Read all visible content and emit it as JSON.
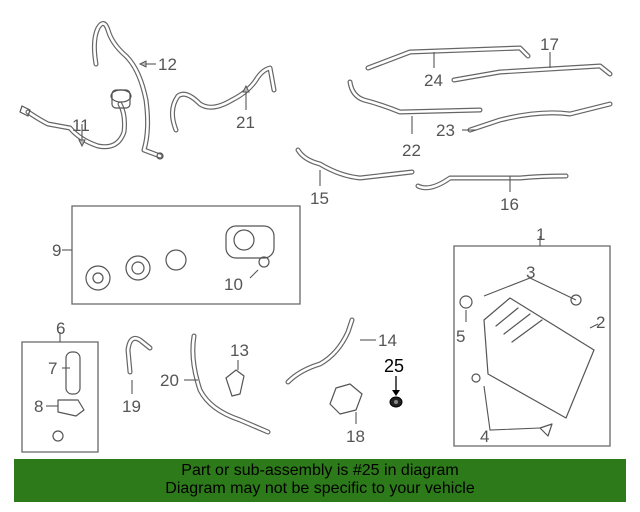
{
  "callouts": {
    "c1": "1",
    "c2": "2",
    "c3": "3",
    "c4": "4",
    "c5": "5",
    "c6": "6",
    "c7": "7",
    "c8": "8",
    "c9": "9",
    "c10": "10",
    "c11": "11",
    "c12": "12",
    "c13": "13",
    "c14": "14",
    "c15": "15",
    "c16": "16",
    "c17": "17",
    "c18": "18",
    "c19": "19",
    "c20": "20",
    "c21": "21",
    "c22": "22",
    "c23": "23",
    "c24": "24",
    "c25": "25"
  },
  "banner": {
    "line1": "Part or sub-assembly is #25 in diagram",
    "line2": "Diagram may not be specific to your vehicle"
  },
  "colors": {
    "banner_bg": "#2d7a1a",
    "line_art": "#555555",
    "highlight": "#000000"
  }
}
